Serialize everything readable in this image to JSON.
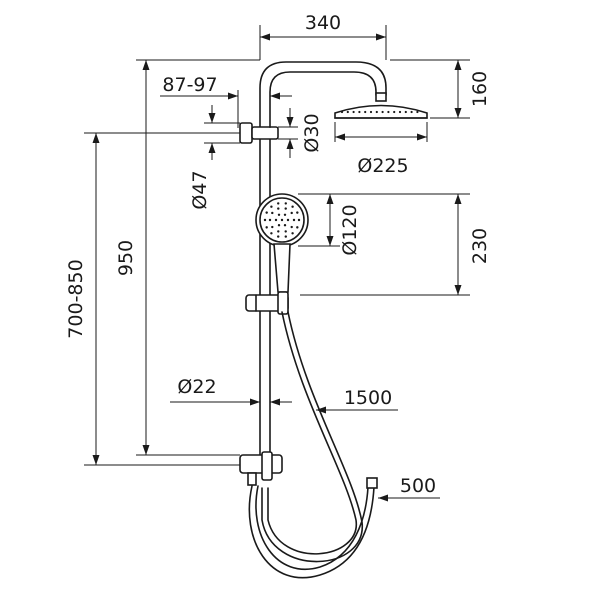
{
  "dimensions": {
    "top_arm_width": "340",
    "head_drop": "160",
    "holder_range": "87-97",
    "holder_diameter": "Ø30",
    "bracket_diameter": "Ø47",
    "head_diameter": "Ø225",
    "hand_shower_diameter": "Ø120",
    "hand_to_slider": "230",
    "wall_range": "700-850",
    "total_height": "950",
    "pipe_diameter": "Ø22",
    "hose_length": "1500",
    "inlet_hose_length": "500"
  }
}
